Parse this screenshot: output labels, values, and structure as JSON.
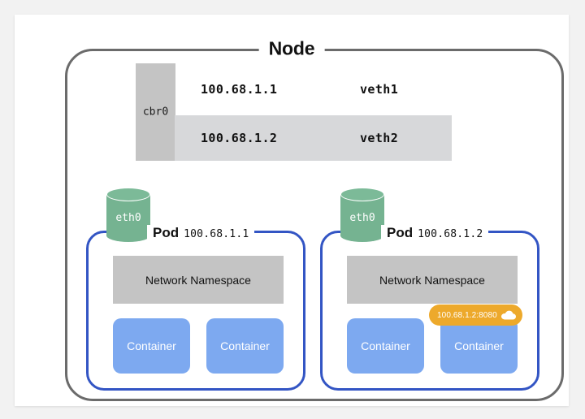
{
  "node": {
    "title": "Node"
  },
  "bridge": {
    "name": "cbr0",
    "rows": [
      {
        "ip": "100.68.1.1",
        "iface": "veth1"
      },
      {
        "ip": "100.68.1.2",
        "iface": "veth2"
      }
    ]
  },
  "pods": [
    {
      "title_word": "Pod",
      "ip": "100.68.1.1",
      "eth0_label": "eth0",
      "namespace_label": "Network Namespace",
      "containers": [
        {
          "label": "Container"
        },
        {
          "label": "Container"
        }
      ],
      "badge": null
    },
    {
      "title_word": "Pod",
      "ip": "100.68.1.2",
      "eth0_label": "eth0",
      "namespace_label": "Network Namespace",
      "containers": [
        {
          "label": "Container"
        },
        {
          "label": "Container"
        }
      ],
      "badge": {
        "text": "100.68.1.2:8080",
        "icon": "cloud-icon"
      }
    }
  ],
  "colors": {
    "node_border": "#6b6b6b",
    "pod_border": "#3355c4",
    "bridge_dark": "#c4c4c4",
    "bridge_light": "#d7d8da",
    "eth0_green": "#75b391",
    "container_blue": "#7da9f0",
    "badge_orange": "#eda92b",
    "card_background": "#ffffff",
    "page_background": "#f2f2f2"
  }
}
